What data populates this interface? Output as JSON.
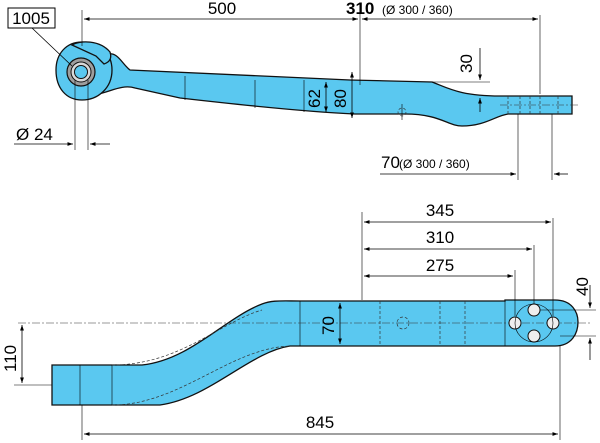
{
  "part_number": "1005",
  "dimensions": {
    "length_500": "500",
    "span_310": "310",
    "span_310_note": "(Ø 300 / 360)",
    "offset_30": "30",
    "height_62": "62",
    "height_80": "80",
    "eye_diameter": "Ø 24",
    "end_70": "70",
    "end_70_note": "(Ø 300 / 360)",
    "hole_345": "345",
    "hole_310": "310",
    "hole_275": "275",
    "pitch_40": "40",
    "width_70": "70",
    "drop_110": "110",
    "overall_845": "845"
  },
  "colors": {
    "part_fill": "#5ac8f0",
    "outline": "#111111"
  }
}
